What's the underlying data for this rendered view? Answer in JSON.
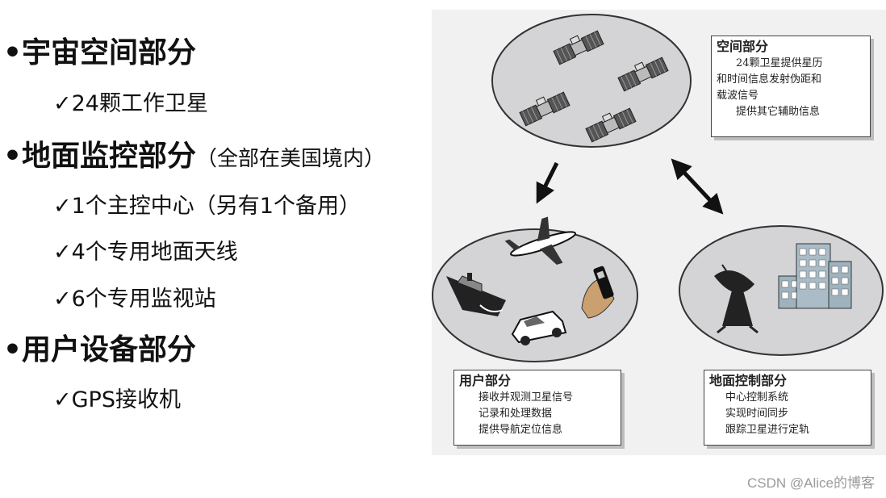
{
  "left": {
    "sections": [
      {
        "bullet": "•",
        "title": "宇宙空间部分",
        "note": "",
        "items": [
          "✓24颗工作卫星"
        ]
      },
      {
        "bullet": "•",
        "title": "地面监控部分",
        "note": "（全部在美国境内）",
        "items": [
          "✓1个主控中心（另有1个备用）",
          "✓4个专用地面天线",
          "✓6个专用监视站"
        ]
      },
      {
        "bullet": "•",
        "title": "用户设备部分",
        "note": "",
        "items": [
          "✓GPS接收机"
        ]
      }
    ]
  },
  "diagram": {
    "space_box": {
      "title": "空间部分",
      "lines": [
        "24颗卫星提供星历",
        "和时间信息发射伪距和",
        "载波信号",
        "提供其它辅助信息"
      ]
    },
    "user_box": {
      "title": "用户部分",
      "lines": [
        "接收并观测卫星信号",
        "记录和处理数据",
        "提供导航定位信息"
      ]
    },
    "ground_box": {
      "title": "地面控制部分",
      "lines": [
        "中心控制系统",
        "实现时间同步",
        "跟踪卫星进行定轨"
      ]
    }
  },
  "watermark": "CSDN @Alice的博客"
}
